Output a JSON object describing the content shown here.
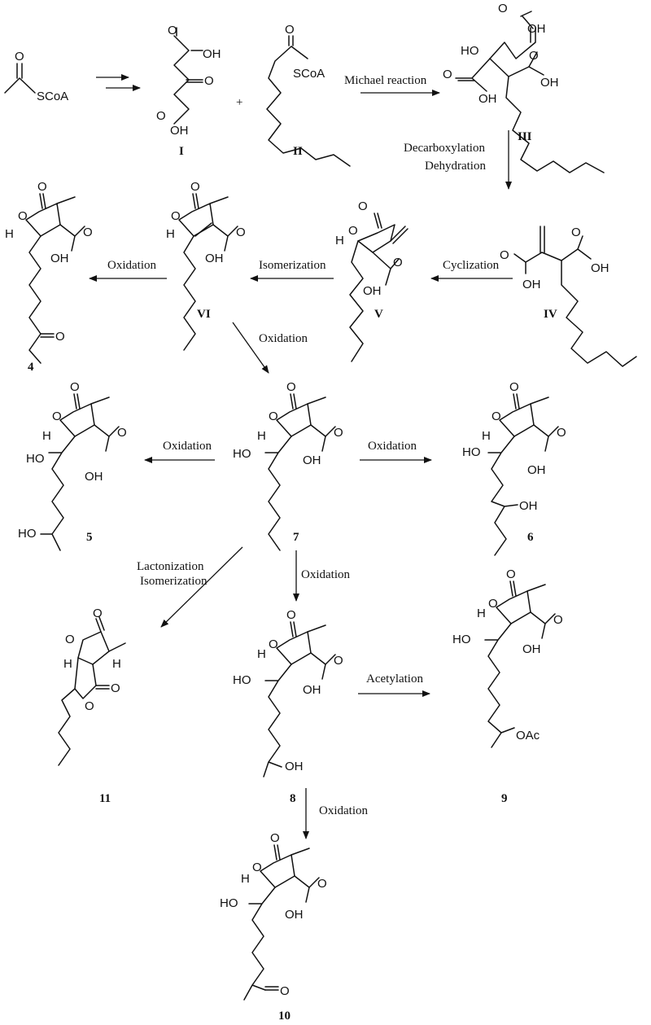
{
  "reagents": {
    "acetyl": "SCoA",
    "oxalo_oh_top": "OH",
    "oxalo_oh_bot": "OH",
    "acyl": "SCoA"
  },
  "compound_labels": {
    "I": "I",
    "II": "II",
    "III": "III",
    "IV": "IV",
    "V": "V",
    "VI": "VI",
    "c4": "4",
    "c5": "5",
    "c6": "6",
    "c7": "7",
    "c8": "8",
    "c9": "9",
    "c10": "10",
    "c11": "11"
  },
  "plus_sign": "+",
  "steps": {
    "michael": "Michael reaction",
    "decarboxylation": "Decarboxylation",
    "dehydration": "Dehydration",
    "cyclization": "Cyclization",
    "isomerization": "Isomerization",
    "oxidation_vi_4": "Oxidation",
    "oxidation_vi_7": "Oxidation",
    "oxidation_7_5": "Oxidation",
    "oxidation_7_6": "Oxidation",
    "oxidation_7_8": "Oxidation",
    "lactonization": "Lactonization",
    "isomerization_11": "Isomerization",
    "acetylation": "Acetylation",
    "oxidation_8_10": "Oxidation"
  },
  "atoms": {
    "O": "O",
    "OH": "OH",
    "HO": "HO",
    "H": "H",
    "OAc": "OAc"
  }
}
